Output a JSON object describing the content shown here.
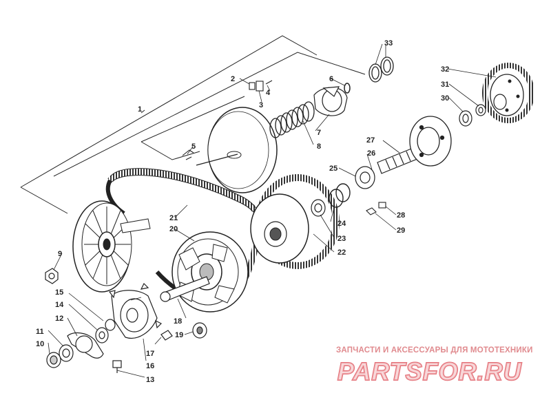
{
  "diagram": {
    "type": "exploded-parts-diagram",
    "subject": "clutch / drive converter assembly",
    "callouts": [
      "1",
      "2",
      "3",
      "4",
      "5",
      "6",
      "7",
      "8",
      "9",
      "10",
      "11",
      "12",
      "13",
      "14",
      "15",
      "16",
      "17",
      "18",
      "19",
      "20",
      "21",
      "22",
      "23",
      "24",
      "25",
      "26",
      "27",
      "28",
      "29",
      "30",
      "31",
      "32",
      "33"
    ]
  },
  "watermark": {
    "tagline": "ЗАПЧАСТИ И АКСЕССУАРЫ ДЛЯ МОТОТЕХНИКИ",
    "logo_text": "PARTSFOR.RU",
    "color": "#e05a62"
  },
  "colors": {
    "line": "#222222",
    "fill": "#ffffff",
    "hatch": "#555555"
  }
}
